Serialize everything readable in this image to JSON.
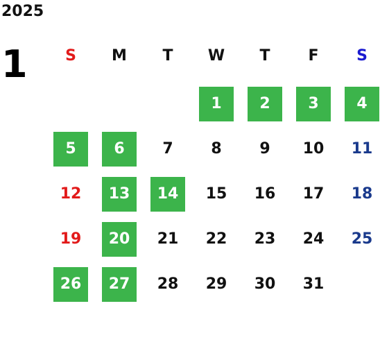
{
  "calendar": {
    "year": "2025",
    "month": "1",
    "weekdays": [
      {
        "label": "S",
        "color": "#e21a1a"
      },
      {
        "label": "M",
        "color": "#111111"
      },
      {
        "label": "T",
        "color": "#111111"
      },
      {
        "label": "W",
        "color": "#111111"
      },
      {
        "label": "T",
        "color": "#111111"
      },
      {
        "label": "F",
        "color": "#111111"
      },
      {
        "label": "S",
        "color": "#1a1ad0"
      }
    ],
    "first_weekday_index": 3,
    "days": [
      {
        "n": "1",
        "hl": true
      },
      {
        "n": "2",
        "hl": true
      },
      {
        "n": "3",
        "hl": true
      },
      {
        "n": "4",
        "hl": true
      },
      {
        "n": "5",
        "hl": true
      },
      {
        "n": "6",
        "hl": true
      },
      {
        "n": "7",
        "hl": false
      },
      {
        "n": "8",
        "hl": false
      },
      {
        "n": "9",
        "hl": false
      },
      {
        "n": "10",
        "hl": false
      },
      {
        "n": "11",
        "hl": false
      },
      {
        "n": "12",
        "hl": false
      },
      {
        "n": "13",
        "hl": true
      },
      {
        "n": "14",
        "hl": true
      },
      {
        "n": "15",
        "hl": false
      },
      {
        "n": "16",
        "hl": false
      },
      {
        "n": "17",
        "hl": false
      },
      {
        "n": "18",
        "hl": false
      },
      {
        "n": "19",
        "hl": false
      },
      {
        "n": "20",
        "hl": true
      },
      {
        "n": "21",
        "hl": false
      },
      {
        "n": "22",
        "hl": false
      },
      {
        "n": "23",
        "hl": false
      },
      {
        "n": "24",
        "hl": false
      },
      {
        "n": "25",
        "hl": false
      },
      {
        "n": "26",
        "hl": true
      },
      {
        "n": "27",
        "hl": true
      },
      {
        "n": "28",
        "hl": false
      },
      {
        "n": "29",
        "hl": false
      },
      {
        "n": "30",
        "hl": false
      },
      {
        "n": "31",
        "hl": false
      }
    ],
    "colors": {
      "highlight_bg": "#3cb44b",
      "highlight_text": "#ffffff",
      "weekday_text": "#111111",
      "sunday_text": "#e21a1a",
      "saturday_text": "#1a3a8c"
    }
  }
}
